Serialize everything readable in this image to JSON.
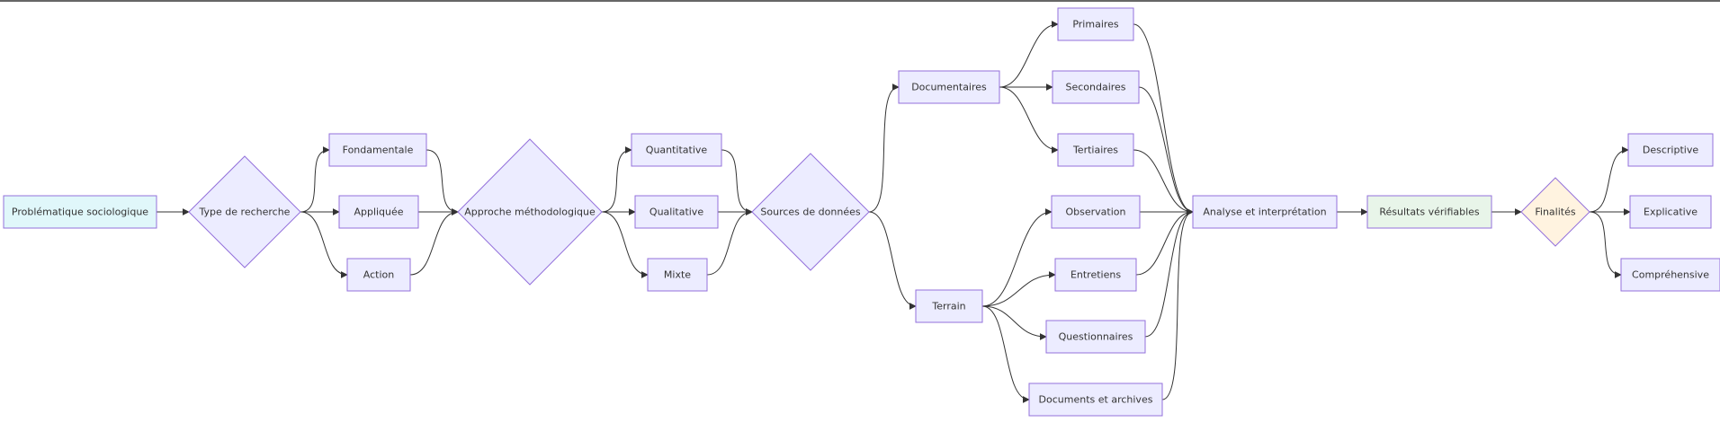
{
  "colors": {
    "default_fill": "#ECECFF",
    "border": "#9370DB",
    "start_fill": "#E0F7FA",
    "result_fill": "#E8F5E9",
    "final_fill": "#FFF3E0",
    "edge": "#333333",
    "top_bar": "#666666"
  },
  "nodes": [
    {
      "id": "prob",
      "label": "Problématique sociologique",
      "shape": "rect",
      "fill": "start"
    },
    {
      "id": "type",
      "label": "Type de recherche",
      "shape": "diamond"
    },
    {
      "id": "fond",
      "label": "Fondamentale",
      "shape": "rect"
    },
    {
      "id": "appl",
      "label": "Appliquée",
      "shape": "rect"
    },
    {
      "id": "action",
      "label": "Action",
      "shape": "rect"
    },
    {
      "id": "approche",
      "label": "Approche méthodologique",
      "shape": "diamond"
    },
    {
      "id": "quant",
      "label": "Quantitative",
      "shape": "rect"
    },
    {
      "id": "qual",
      "label": "Qualitative",
      "shape": "rect"
    },
    {
      "id": "mixte",
      "label": "Mixte",
      "shape": "rect"
    },
    {
      "id": "sources",
      "label": "Sources de données",
      "shape": "diamond"
    },
    {
      "id": "doc",
      "label": "Documentaires",
      "shape": "rect"
    },
    {
      "id": "terrain",
      "label": "Terrain",
      "shape": "rect"
    },
    {
      "id": "prim",
      "label": "Primaires",
      "shape": "rect"
    },
    {
      "id": "sec",
      "label": "Secondaires",
      "shape": "rect"
    },
    {
      "id": "tert",
      "label": "Tertiaires",
      "shape": "rect"
    },
    {
      "id": "obs",
      "label": "Observation",
      "shape": "rect"
    },
    {
      "id": "entr",
      "label": "Entretiens",
      "shape": "rect"
    },
    {
      "id": "quest",
      "label": "Questionnaires",
      "shape": "rect"
    },
    {
      "id": "archives",
      "label": "Documents et archives",
      "shape": "rect"
    },
    {
      "id": "analyse",
      "label": "Analyse et interprétation",
      "shape": "rect"
    },
    {
      "id": "resultats",
      "label": "Résultats vérifiables",
      "shape": "rect",
      "fill": "result"
    },
    {
      "id": "final",
      "label": "Finalités",
      "shape": "diamond",
      "fill": "final"
    },
    {
      "id": "descr",
      "label": "Descriptive",
      "shape": "rect"
    },
    {
      "id": "expl",
      "label": "Explicative",
      "shape": "rect"
    },
    {
      "id": "compr",
      "label": "Compréhensive",
      "shape": "rect"
    }
  ],
  "edges": [
    {
      "from": "prob",
      "to": "type"
    },
    {
      "from": "type",
      "to": "fond"
    },
    {
      "from": "type",
      "to": "appl"
    },
    {
      "from": "type",
      "to": "action"
    },
    {
      "from": "fond",
      "to": "approche"
    },
    {
      "from": "appl",
      "to": "approche"
    },
    {
      "from": "action",
      "to": "approche"
    },
    {
      "from": "approche",
      "to": "quant"
    },
    {
      "from": "approche",
      "to": "qual"
    },
    {
      "from": "approche",
      "to": "mixte"
    },
    {
      "from": "quant",
      "to": "sources"
    },
    {
      "from": "qual",
      "to": "sources"
    },
    {
      "from": "mixte",
      "to": "sources"
    },
    {
      "from": "sources",
      "to": "doc"
    },
    {
      "from": "sources",
      "to": "terrain"
    },
    {
      "from": "doc",
      "to": "prim"
    },
    {
      "from": "doc",
      "to": "sec"
    },
    {
      "from": "doc",
      "to": "tert"
    },
    {
      "from": "terrain",
      "to": "obs"
    },
    {
      "from": "terrain",
      "to": "entr"
    },
    {
      "from": "terrain",
      "to": "quest"
    },
    {
      "from": "terrain",
      "to": "archives"
    },
    {
      "from": "prim",
      "to": "analyse"
    },
    {
      "from": "sec",
      "to": "analyse"
    },
    {
      "from": "tert",
      "to": "analyse"
    },
    {
      "from": "obs",
      "to": "analyse"
    },
    {
      "from": "entr",
      "to": "analyse"
    },
    {
      "from": "quest",
      "to": "analyse"
    },
    {
      "from": "archives",
      "to": "analyse"
    },
    {
      "from": "analyse",
      "to": "resultats"
    },
    {
      "from": "resultats",
      "to": "final"
    },
    {
      "from": "final",
      "to": "descr"
    },
    {
      "from": "final",
      "to": "expl"
    },
    {
      "from": "final",
      "to": "compr"
    }
  ]
}
